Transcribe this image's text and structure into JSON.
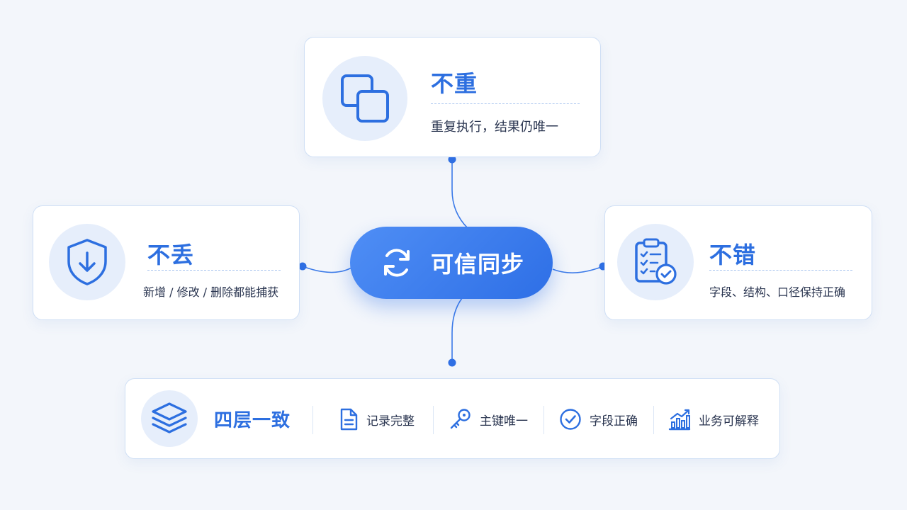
{
  "center": {
    "label": "可信同步",
    "icon": "sync-icon"
  },
  "top_card": {
    "title": "不重",
    "description": "重复执行，结果仍唯一",
    "icon": "copy-squares-icon"
  },
  "left_card": {
    "title": "不丢",
    "description": "新增 / 修改 / 删除都能捕获",
    "icon": "shield-down-icon"
  },
  "right_card": {
    "title": "不错",
    "description": "字段、结构、口径保持正确",
    "icon": "clipboard-check-icon"
  },
  "bottom_card": {
    "title": "四层一致",
    "icon": "layers-icon",
    "features": [
      {
        "label": "记录完整",
        "icon": "document-icon"
      },
      {
        "label": "主键唯一",
        "icon": "key-icon"
      },
      {
        "label": "字段正确",
        "icon": "check-circle-icon"
      },
      {
        "label": "业务可解释",
        "icon": "bar-chart-icon"
      }
    ]
  },
  "colors": {
    "accent": "#2d6fe0",
    "background": "#f3f6fb",
    "card_border": "#cfdff5",
    "icon_bg": "#e6eefb"
  }
}
